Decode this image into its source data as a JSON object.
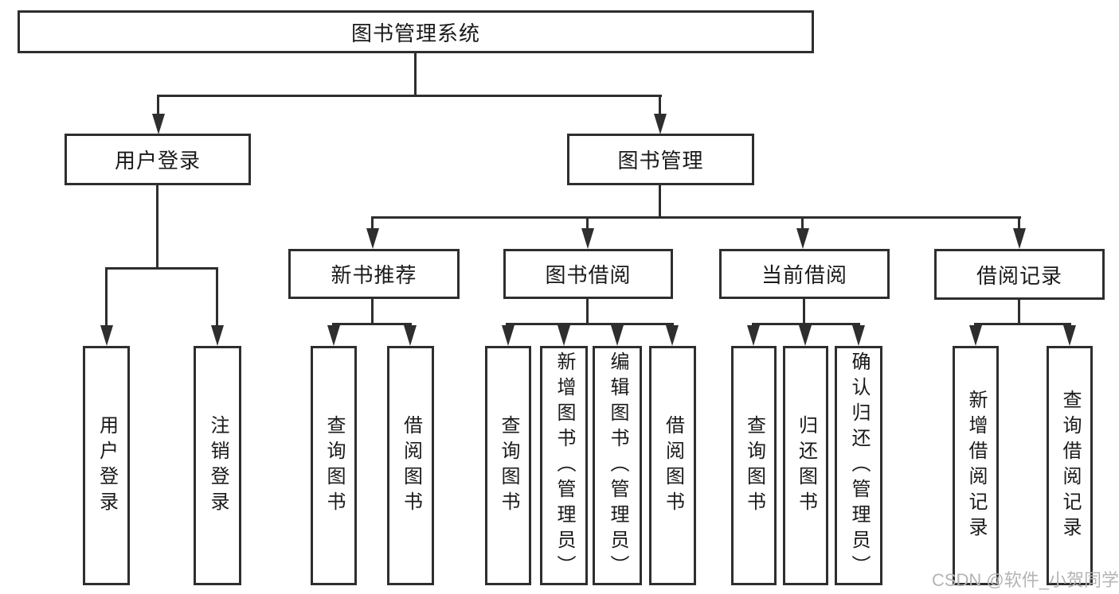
{
  "colors": {
    "line": "#2e2e2e",
    "text": "#1a1a1a",
    "watermark": "#b4b4b4",
    "bg": "#ffffff"
  },
  "diagram": {
    "root": {
      "label": "图书管理系统",
      "children": [
        {
          "label": "用户登录",
          "children": [
            {
              "label": "用户登录"
            },
            {
              "label": "注销登录"
            }
          ]
        },
        {
          "label": "图书管理",
          "children": [
            {
              "label": "新书推荐",
              "children": [
                {
                  "label": "查询图书"
                },
                {
                  "label": "借阅图书"
                }
              ]
            },
            {
              "label": "图书借阅",
              "children": [
                {
                  "label": "查询图书"
                },
                {
                  "label": "新增图书（管理员）"
                },
                {
                  "label": "编辑图书（管理员）"
                },
                {
                  "label": "借阅图书"
                }
              ]
            },
            {
              "label": "当前借阅",
              "children": [
                {
                  "label": "查询图书"
                },
                {
                  "label": "归还图书"
                },
                {
                  "label": "确认归还（管理员）"
                }
              ]
            },
            {
              "label": "借阅记录",
              "children": [
                {
                  "label": "新增借阅记录"
                },
                {
                  "label": "查询借阅记录"
                }
              ]
            }
          ]
        }
      ]
    }
  },
  "watermark": {
    "text": "CSDN @软件_小贺同学"
  }
}
